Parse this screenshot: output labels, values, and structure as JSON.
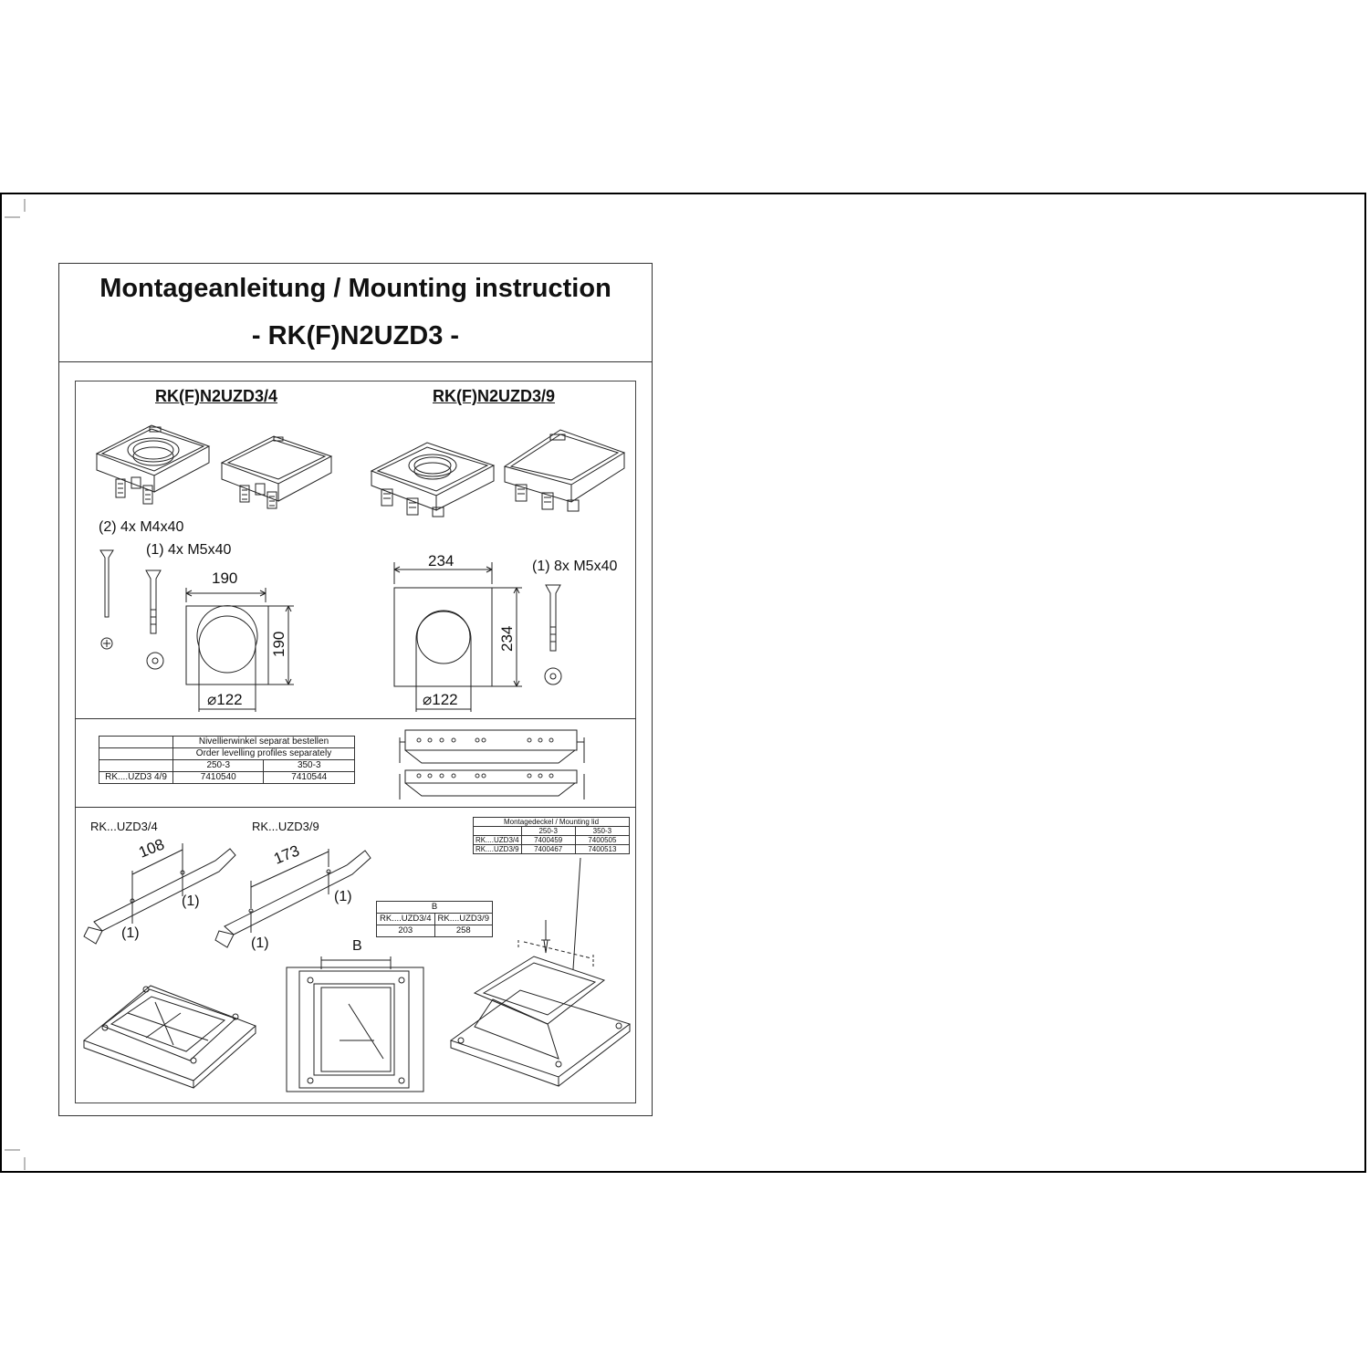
{
  "header": {
    "title": "Montageanleitung / Mounting instruction",
    "subtitle": "- RK(F)N2UZD3 -"
  },
  "models": {
    "left": {
      "heading": "RK(F)N2UZD3/4",
      "screw_a": "(2) 4x M4x40",
      "screw_b": "(1) 4x M5x40",
      "width": "190",
      "height": "190",
      "diameter": "⌀122"
    },
    "right": {
      "heading": "RK(F)N2UZD3/9",
      "screw": "(1) 8x M5x40",
      "width": "234",
      "height": "234",
      "diameter": "⌀122"
    }
  },
  "leveling_table": {
    "header_de": "Nivellierwinkel separat bestellen",
    "header_en": "Order levelling profiles separately",
    "col1": "250-3",
    "col2": "350-3",
    "row_label": "RK....UZD3 4/9",
    "row_v1": "7410540",
    "row_v2": "7410544"
  },
  "assembly": {
    "left_label": "RK...UZD3/4",
    "left_dim": "108",
    "right_label": "RK...UZD3/9",
    "right_dim": "173",
    "callout": "(1)",
    "b_label": "B"
  },
  "b_table": {
    "header": "B",
    "col1": "RK....UZD3/4",
    "col2": "RK....UZD3/9",
    "v1": "203",
    "v2": "258"
  },
  "lid_table": {
    "header": "Montagedeckel / Mounting lid",
    "col1": "250-3",
    "col2": "350-3",
    "row1_label": "RK....UZD3/4",
    "row1_v1": "7400459",
    "row1_v2": "7400505",
    "row2_label": "RK....UZD3/9",
    "row2_v1": "7400467",
    "row2_v2": "7400513"
  }
}
